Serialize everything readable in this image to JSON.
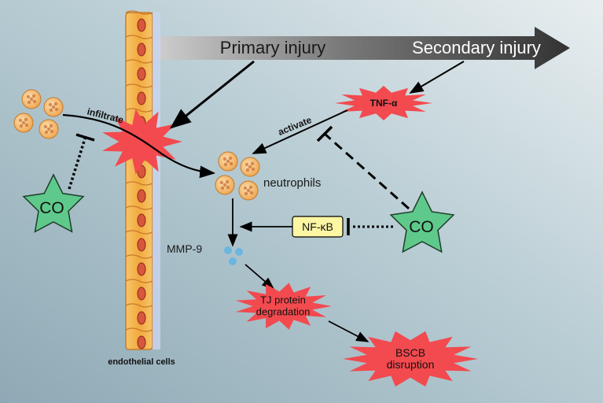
{
  "labels": {
    "primary_injury": "Primary injury",
    "secondary_injury": "Secondary injury",
    "tnf_alpha": "TNF-α",
    "activate": "activate",
    "infiltrate": "infiltrate",
    "neutrophils": "neutrophils",
    "mmp9": "MMP-9",
    "nfkb": "NF-κB",
    "co_left": "CO",
    "co_right": "CO",
    "tj_line1": "TJ protein",
    "tj_line2": "degradation",
    "bscb_line1": "BSCB",
    "bscb_line2": "disruption",
    "endothelial_cells": "endothelial cells"
  },
  "colors": {
    "background_dark": "#8ea9b5",
    "background_light": "#e8eef0",
    "injury_arrow": "#3f3f3f",
    "burst_red": "#f24a4f",
    "co_star_green": "#5ec98a",
    "nfkb_box": "#fdf7a4",
    "mmp9_dots": "#6bb6e0",
    "cell_orange": "#f2b24a",
    "nucleus": "#d8563c"
  },
  "icons": {
    "co_shape": "star-icon",
    "injury_shape": "burst-icon",
    "neutrophil": "neutrophil-cell-icon",
    "inhibition": "t-bar-inhibition-icon"
  }
}
